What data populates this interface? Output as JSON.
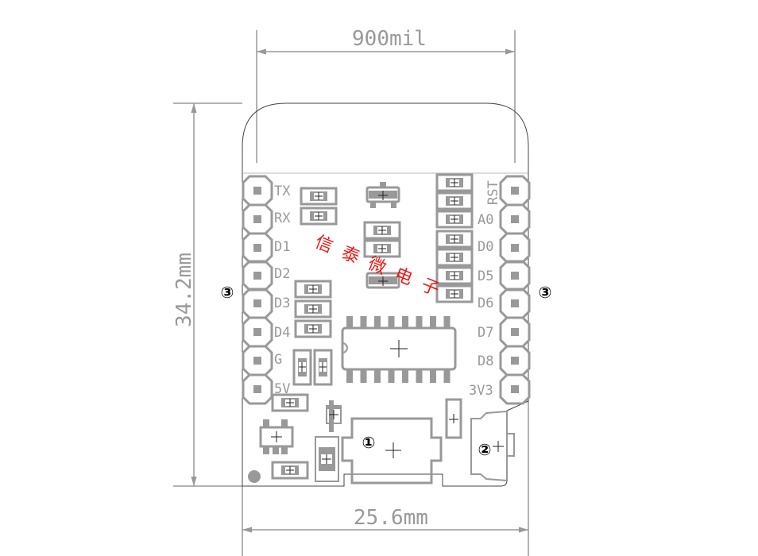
{
  "dimensions": {
    "width_mil": "900mil",
    "height_mm": "34.2mm",
    "width_mm": "25.6mm"
  },
  "left_pins": [
    "TX",
    "RX",
    "D1",
    "D2",
    "D3",
    "D4",
    "G",
    "5V"
  ],
  "right_pins": [
    "RST",
    "A0",
    "D0",
    "D5",
    "D6",
    "D7",
    "D8",
    "3V3"
  ],
  "markers": {
    "one": "①",
    "two": "②",
    "three_left": "③",
    "three_right": "③"
  },
  "watermark": "信泰微电子",
  "colors": {
    "silk": "#999999",
    "pad": "#999999",
    "watermark": "#ee0000"
  }
}
